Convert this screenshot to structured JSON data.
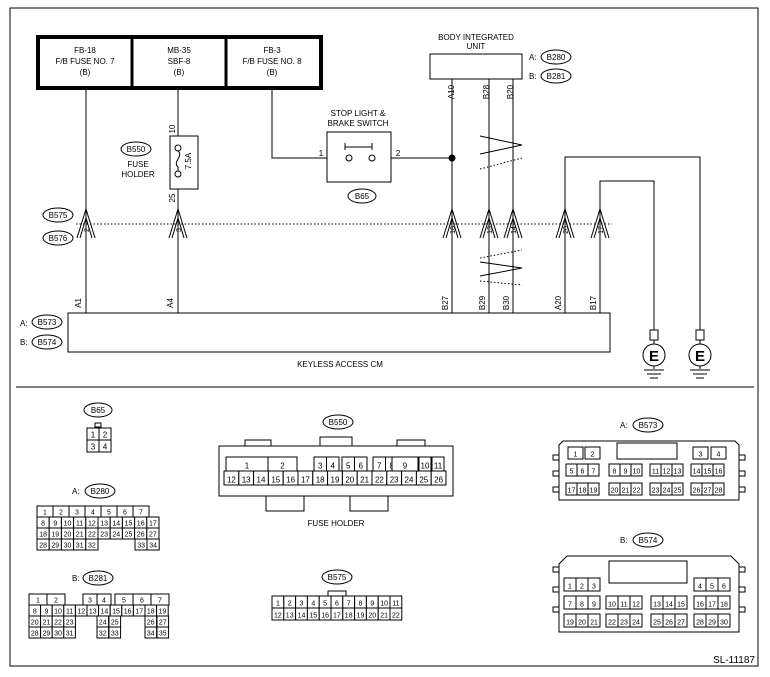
{
  "fuse_boxes": [
    {
      "line1": "FB-18",
      "line2": "F/B FUSE NO. 7",
      "line3": "(B)"
    },
    {
      "line1": "MB-35",
      "line2": "SBF-8",
      "line3": "(B)"
    },
    {
      "line1": "FB-3",
      "line2": "F/B FUSE NO. 8",
      "line3": "(B)"
    }
  ],
  "body_unit": {
    "title1": "BODY INTEGRATED",
    "title2": "UNIT",
    "conn_a_label": "A:",
    "conn_a": "B280",
    "conn_b_label": "B:",
    "conn_b": "B281",
    "pins": [
      "A10",
      "B28",
      "B20"
    ]
  },
  "stop_switch": {
    "title1": "STOP LIGHT &",
    "title2": "BRAKE SWITCH",
    "connector": "B65",
    "pin_left": "1",
    "pin_right": "2"
  },
  "fuse_holder": {
    "label1": "FUSE",
    "label2": "HOLDER",
    "connector": "B550",
    "rating": "7.5A",
    "pin_top": "10",
    "pin_bottom": "25"
  },
  "joint_connectors": {
    "top": "B575",
    "bottom": "B576"
  },
  "joint_pins": [
    "2",
    "3",
    "18",
    "13",
    "14",
    "20",
    "17"
  ],
  "keyless": {
    "title": "KEYLESS ACCESS CM",
    "conn_a_label": "A:",
    "conn_a": "B573",
    "conn_b_label": "B:",
    "conn_b": "B574",
    "pins": [
      "A1",
      "A4",
      "B27",
      "B29",
      "B30",
      "A20",
      "B17"
    ]
  },
  "ground_symbol": "E",
  "views": {
    "b65": {
      "label": "B65",
      "rows": [
        [
          "1",
          "2"
        ],
        [
          "3",
          "4"
        ]
      ]
    },
    "b280": {
      "prefix": "A:",
      "label": "B280",
      "rows": [
        [
          "1",
          "2",
          "3",
          "4",
          "5",
          "6",
          "7"
        ],
        [
          "8",
          "9",
          "10",
          "11",
          "12",
          "13",
          "14",
          "15",
          "16",
          "17"
        ],
        [
          "18",
          "19",
          "20",
          "21",
          "22",
          "23",
          "24",
          "25",
          "26",
          "27"
        ],
        [
          "28",
          "29",
          "30",
          "31",
          "32",
          "33",
          "34"
        ]
      ]
    },
    "b281": {
      "prefix": "B:",
      "label": "B281",
      "rows": [
        [
          "1",
          "2",
          "3",
          "4",
          "5",
          "6",
          "7"
        ],
        [
          "8",
          "9",
          "10",
          "11",
          "12",
          "13",
          "14",
          "15",
          "16",
          "17",
          "18",
          "19"
        ],
        [
          "20",
          "21",
          "22",
          "23",
          "24",
          "25",
          "26",
          "27"
        ],
        [
          "28",
          "29",
          "30",
          "31",
          "32",
          "33",
          "34",
          "35"
        ]
      ]
    },
    "b550": {
      "label": "B550",
      "caption": "FUSE HOLDER",
      "rows": [
        [
          "1",
          "2",
          "3",
          "4",
          "5",
          "6",
          "7",
          "8",
          "9",
          "10",
          "11"
        ],
        [
          "12",
          "13",
          "14",
          "15",
          "16",
          "17",
          "18",
          "19",
          "20",
          "21",
          "22",
          "23",
          "24",
          "25",
          "26"
        ]
      ]
    },
    "b575": {
      "label": "B575",
      "rows": [
        [
          "1",
          "2",
          "3",
          "4",
          "5",
          "6",
          "7",
          "8",
          "9",
          "10",
          "11"
        ],
        [
          "12",
          "13",
          "14",
          "15",
          "16",
          "17",
          "18",
          "19",
          "20",
          "21",
          "22"
        ]
      ]
    },
    "b573": {
      "prefix": "A:",
      "label": "B573",
      "rows": [
        [
          "1",
          "2",
          "3",
          "4"
        ],
        [
          "5",
          "6",
          "7",
          "8",
          "9",
          "10",
          "11",
          "12",
          "13",
          "14",
          "15",
          "16"
        ],
        [
          "17",
          "18",
          "19",
          "20",
          "21",
          "22",
          "23",
          "24",
          "25",
          "26",
          "27",
          "28"
        ]
      ]
    },
    "b574": {
      "prefix": "B:",
      "label": "B574",
      "rows": [
        [
          "1",
          "2",
          "3",
          "4",
          "5",
          "6"
        ],
        [
          "7",
          "8",
          "9",
          "10",
          "11",
          "12",
          "13",
          "14",
          "15",
          "16",
          "17",
          "18"
        ],
        [
          "19",
          "20",
          "21",
          "22",
          "23",
          "24",
          "25",
          "26",
          "27",
          "28",
          "29",
          "30"
        ]
      ]
    }
  },
  "figure_id": "SL-11187"
}
